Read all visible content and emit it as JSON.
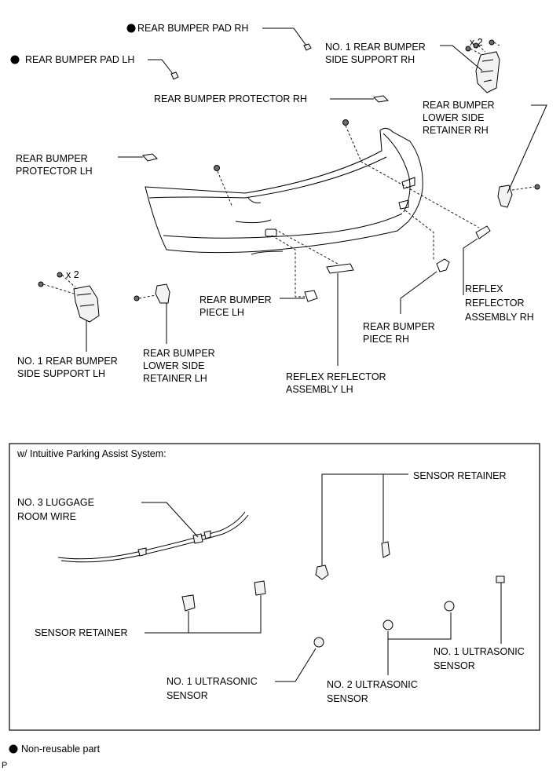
{
  "labels": {
    "pad_rh": "REAR BUMPER PAD RH",
    "pad_lh": "REAR BUMPER PAD LH",
    "side_support_rh_1": "NO. 1 REAR BUMPER",
    "side_support_rh_2": "SIDE SUPPORT RH",
    "qty_rh": "x 2",
    "protector_rh": "REAR BUMPER PROTECTOR RH",
    "lower_retainer_rh_1": "REAR BUMPER",
    "lower_retainer_rh_2": "LOWER SIDE",
    "lower_retainer_rh_3": "RETAINER RH",
    "protector_lh_1": "REAR BUMPER",
    "protector_lh_2": "PROTECTOR LH",
    "qty_lh": "x 2",
    "reflector_rh_1": "REFLEX",
    "reflector_rh_2": "REFLECTOR",
    "reflector_rh_3": "ASSEMBLY RH",
    "piece_lh_1": "REAR BUMPER",
    "piece_lh_2": "PIECE LH",
    "piece_rh_1": "REAR BUMPER",
    "piece_rh_2": "PIECE RH",
    "side_support_lh_1": "NO. 1 REAR BUMPER",
    "side_support_lh_2": "SIDE SUPPORT LH",
    "lower_retainer_lh_1": "REAR BUMPER",
    "lower_retainer_lh_2": "LOWER SIDE",
    "lower_retainer_lh_3": "RETAINER LH",
    "reflector_lh_1": "REFLEX REFLECTOR",
    "reflector_lh_2": "ASSEMBLY LH"
  },
  "box": {
    "title": "w/ Intuitive Parking Assist System:",
    "sensor_retainer_top": "SENSOR RETAINER",
    "luggage_wire_1": "NO. 3 LUGGAGE",
    "luggage_wire_2": "ROOM WIRE",
    "sensor_retainer_left": "SENSOR RETAINER",
    "ultra1_right_1": "NO. 1 ULTRASONIC",
    "ultra1_right_2": "SENSOR",
    "ultra1_left_1": "NO. 1 ULTRASONIC",
    "ultra1_left_2": "SENSOR",
    "ultra2_1": "NO. 2 ULTRASONIC",
    "ultra2_2": "SENSOR"
  },
  "legend": {
    "non_reusable": "Non-reusable part"
  },
  "footer": {
    "code": "P"
  }
}
